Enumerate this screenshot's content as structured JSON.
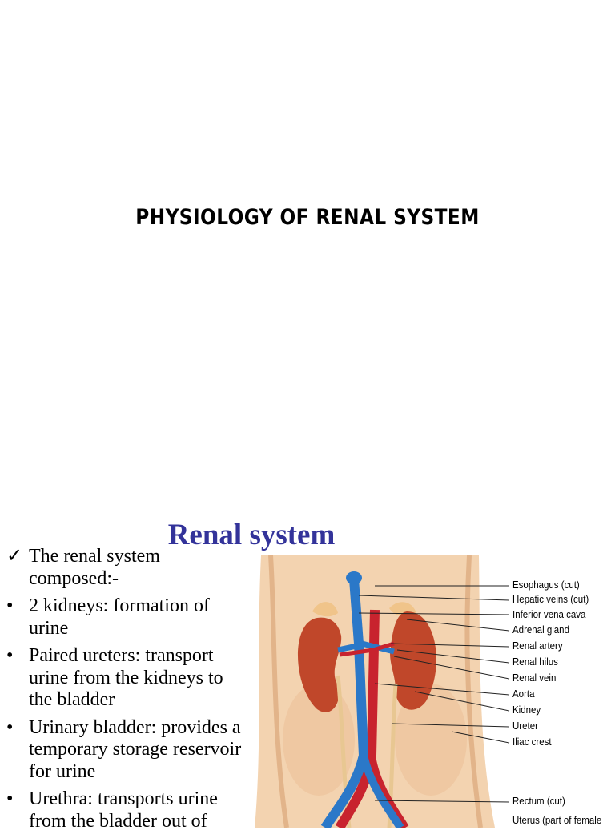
{
  "slide1": {
    "title": "PHYSIOLOGY OF RENAL SYSTEM"
  },
  "slide2": {
    "title": "Renal system",
    "bullets": [
      {
        "mark": "✓",
        "text": "The renal system composed:-"
      },
      {
        "mark": "•",
        "text": "2 kidneys: formation of urine"
      },
      {
        "mark": "•",
        "text": "Paired ureters: transport urine from the kidneys to the bladder"
      },
      {
        "mark": "•",
        "text": "Urinary bladder: provides a temporary storage reservoir for urine"
      },
      {
        "mark": "•",
        "text": "Urethra: transports urine from the bladder out of"
      }
    ],
    "figure_labels": [
      "Esophagus (cut)",
      "Hepatic veins (cut)",
      "Inferior vena cava",
      "Adrenal gland",
      "Renal artery",
      "Renal hilus",
      "Renal vein",
      "Aorta",
      "Kidney",
      "Ureter",
      "Iliac crest",
      "Rectum (cut)",
      "Uterus (part of female"
    ]
  },
  "colors": {
    "title_blue": "#33339a",
    "artery_red": "#c8232e",
    "vein_blue": "#2b78c8",
    "kidney_red": "#c0472a",
    "tissue_tan": "#f3d3b0"
  }
}
